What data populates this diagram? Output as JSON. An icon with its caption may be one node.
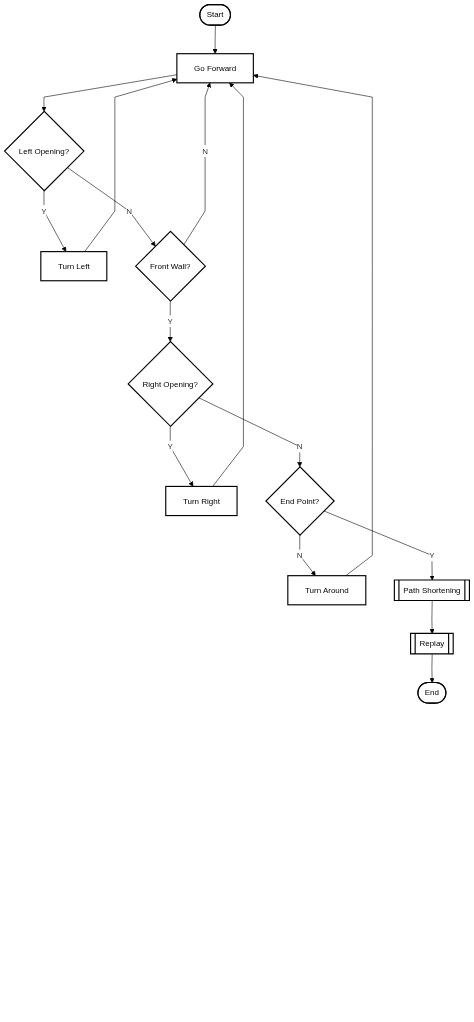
{
  "diagram": {
    "nodes": [
      {
        "text": [
          "Start"
        ]
      },
      {
        "text": [
          "Go Forward"
        ]
      },
      {
        "text": [
          "Left Opening?"
        ]
      },
      {
        "text": [
          "Turn Left"
        ]
      },
      {
        "text": [
          "Front Wall?"
        ]
      },
      {
        "text": [
          "Right Opening?"
        ]
      },
      {
        "text": [
          "Turn Right"
        ]
      },
      {
        "text": [
          "End Point?"
        ]
      },
      {
        "text": [
          "Turn Around"
        ]
      },
      {
        "text": [
          "Path Shortening"
        ]
      },
      {
        "text": [
          "Replay"
        ]
      },
      {
        "text": [
          "End"
        ]
      }
    ],
    "edges": [
      {
        "from": 0,
        "to": 1,
        "arrow": "to"
      },
      {
        "from": 1,
        "to": 2,
        "arrow": "to"
      },
      {
        "from": 2,
        "to": 3,
        "label": "Y",
        "arrow": "to"
      },
      {
        "from": 2,
        "to": 4,
        "label": "N",
        "arrow": "to"
      },
      {
        "from": 3,
        "to": 1,
        "arrow": "to"
      },
      {
        "from": 4,
        "to": 1,
        "label": "N",
        "arrow": "to"
      },
      {
        "from": 4,
        "to": 5,
        "label": "Y",
        "arrow": "to"
      },
      {
        "from": 5,
        "to": 6,
        "label": "Y",
        "arrow": "to"
      },
      {
        "from": 5,
        "to": 7,
        "label": "N",
        "arrow": "to"
      },
      {
        "from": 6,
        "to": 1,
        "arrow": "to"
      },
      {
        "from": 7,
        "to": 8,
        "label": "N",
        "arrow": "to"
      },
      {
        "from": 8,
        "to": 1,
        "arrow": "to"
      },
      {
        "from": 7,
        "to": 9,
        "label": "Y",
        "arrow": "to"
      },
      {
        "from": 9,
        "to": 10,
        "arrow": "to"
      },
      {
        "from": 10,
        "to": 11,
        "arrow": "to"
      }
    ]
  }
}
